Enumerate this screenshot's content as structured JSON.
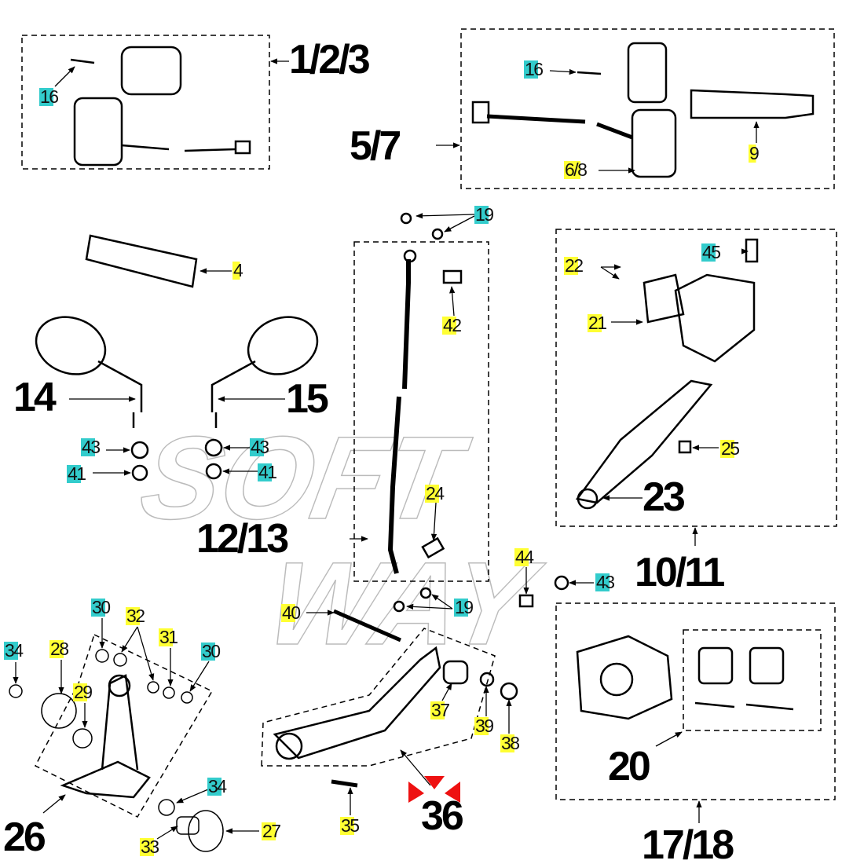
{
  "diagram": {
    "watermark": "SOFT WAY",
    "assembly_labels": [
      "1/2/3",
      "5/7",
      "14",
      "15",
      "12/13",
      "23",
      "10/11",
      "20",
      "26",
      "36",
      "17/18"
    ],
    "part_labels": [
      {
        "text": "16",
        "color": "cyan"
      },
      {
        "text": "16",
        "color": "cyan"
      },
      {
        "text": "9",
        "color": "yellow"
      },
      {
        "text": "6/8",
        "color": "yellow"
      },
      {
        "text": "19",
        "color": "cyan"
      },
      {
        "text": "4",
        "color": "yellow"
      },
      {
        "text": "45",
        "color": "cyan"
      },
      {
        "text": "22",
        "color": "yellow"
      },
      {
        "text": "42",
        "color": "yellow"
      },
      {
        "text": "21",
        "color": "yellow"
      },
      {
        "text": "43",
        "color": "cyan"
      },
      {
        "text": "43",
        "color": "cyan"
      },
      {
        "text": "25",
        "color": "yellow"
      },
      {
        "text": "41",
        "color": "cyan"
      },
      {
        "text": "41",
        "color": "cyan"
      },
      {
        "text": "24",
        "color": "yellow"
      },
      {
        "text": "44",
        "color": "yellow"
      },
      {
        "text": "43",
        "color": "cyan"
      },
      {
        "text": "40",
        "color": "yellow"
      },
      {
        "text": "19",
        "color": "cyan"
      },
      {
        "text": "30",
        "color": "cyan"
      },
      {
        "text": "32",
        "color": "yellow"
      },
      {
        "text": "31",
        "color": "yellow"
      },
      {
        "text": "34",
        "color": "cyan"
      },
      {
        "text": "28",
        "color": "yellow"
      },
      {
        "text": "30",
        "color": "cyan"
      },
      {
        "text": "29",
        "color": "yellow"
      },
      {
        "text": "37",
        "color": "yellow"
      },
      {
        "text": "39",
        "color": "yellow"
      },
      {
        "text": "38",
        "color": "yellow"
      },
      {
        "text": "34",
        "color": "cyan"
      },
      {
        "text": "35",
        "color": "yellow"
      },
      {
        "text": "27",
        "color": "yellow"
      },
      {
        "text": "33",
        "color": "yellow"
      }
    ],
    "colors": {
      "yellow": "#ffff33",
      "cyan": "#33cccc",
      "marker_red": "#ee1111"
    }
  }
}
